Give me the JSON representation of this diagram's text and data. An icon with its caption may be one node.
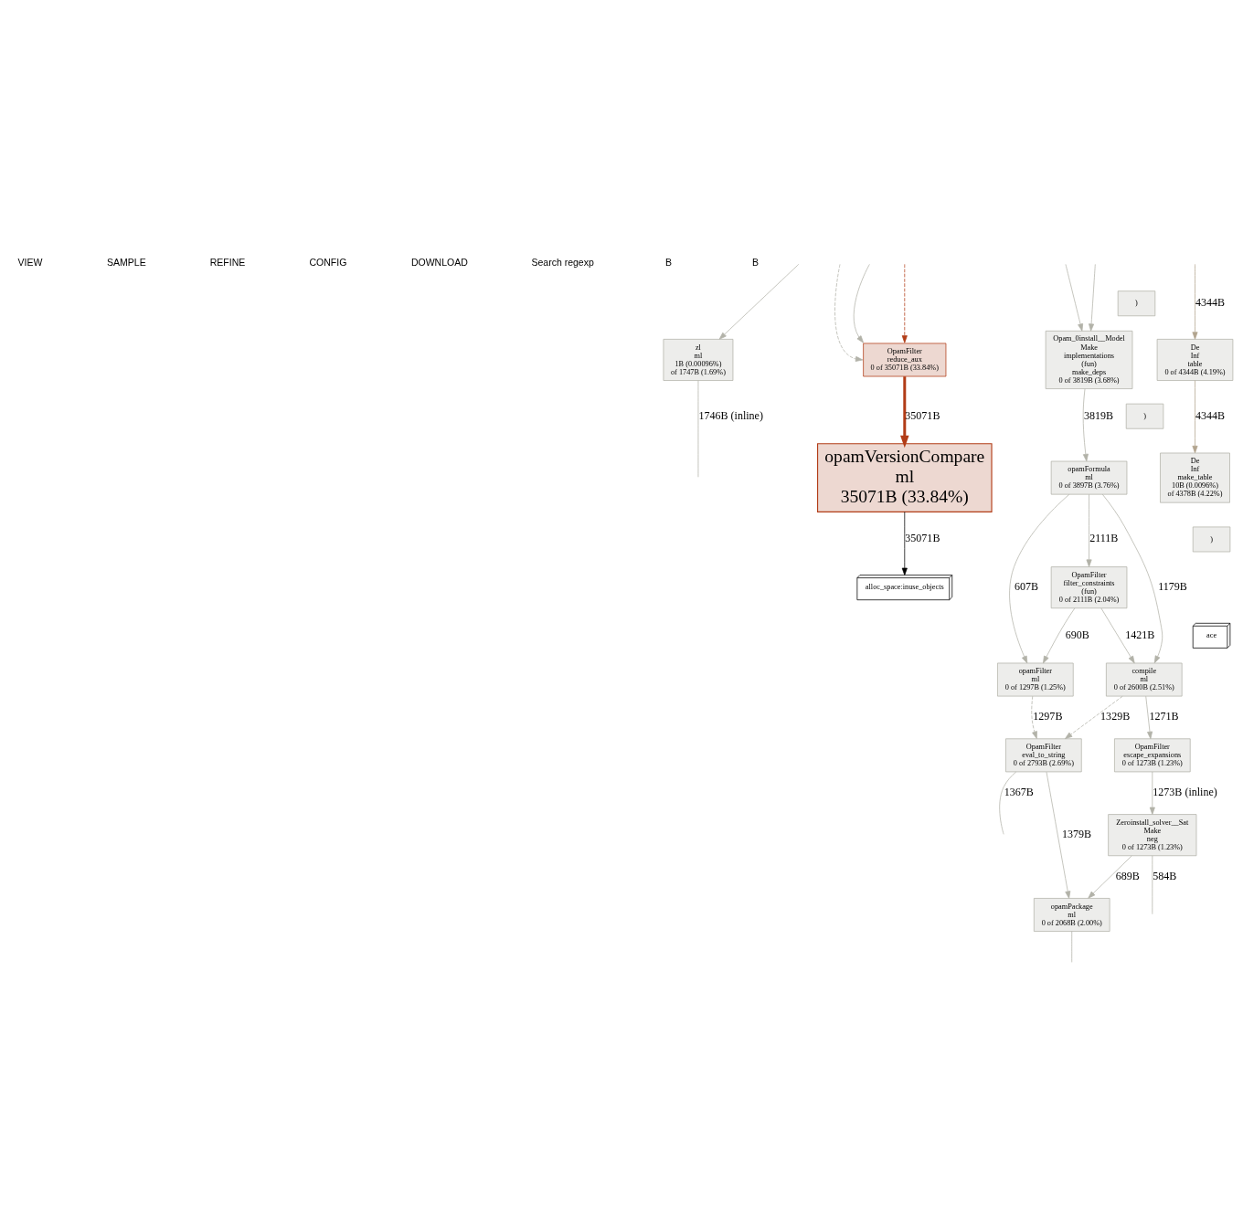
{
  "diagram": {
    "nodes": [
      {
        "text": [
          "zl",
          "ml",
          "1B (0.00096%)",
          "of 1747B (1.69%)"
        ]
      },
      {
        "text": [
          "OpamFilter",
          "reduce_aux",
          "0 of 35071B (33.84%)"
        ]
      },
      {
        "text": [
          "Opam_0install__Model",
          "Make",
          "implementations",
          "(fun)",
          "make_deps",
          "0 of 3819B (3.68%)"
        ]
      },
      {
        "text": [
          "opamVersionCompare",
          "ml",
          "35071B (33.84%)"
        ]
      },
      {
        "text": [
          "alloc_space:inuse_objects"
        ]
      },
      {
        "text": [
          "opamFormula",
          "ml",
          "0 of 3897B (3.76%)"
        ]
      },
      {
        "text": [
          ")"
        ]
      },
      {
        "text": [
          ")"
        ]
      },
      {
        "text": [
          ")"
        ]
      },
      {
        "text": [
          "ace"
        ]
      },
      {
        "text": [
          "OpamFilter",
          "filter_constraints",
          "(fun)",
          "0 of 2111B (2.04%)"
        ]
      },
      {
        "text": [
          "opamFilter",
          "ml",
          "0 of 1297B (1.25%)"
        ]
      },
      {
        "text": [
          "compile",
          "ml",
          "0 of 2600B (2.51%)"
        ]
      },
      {
        "text": [
          "OpamFilter",
          "escape_expansions",
          "0 of 1273B (1.23%)"
        ]
      },
      {
        "text": [
          "OpamFilter",
          "eval_to_string",
          "0 of 2793B (2.69%)"
        ]
      },
      {
        "text": [
          "De",
          "Inf",
          "table",
          "0 of 4344B (4.19%)"
        ]
      },
      {
        "text": [
          "Zeroinstall_solver__Sat",
          "Make",
          "neg",
          "0 of 1273B (1.23%)"
        ]
      },
      {
        "text": [
          "opamPackage",
          "ml",
          "0 of 2068B (2.00%)"
        ]
      },
      {
        "text": [
          "De",
          "Inf",
          "make_table",
          "10B (0.0096%)",
          "of 4378B (4.22%)"
        ]
      }
    ],
    "edges": [
      {
        "from": null,
        "to": 0,
        "arrow": "to"
      },
      {
        "from": 0,
        "to": null,
        "arrow": "none",
        "label": "1746B (inline)"
      },
      {
        "from": null,
        "to": 1,
        "arrow": "to",
        "style": "dashed"
      },
      {
        "from": null,
        "to": 1,
        "arrow": "to"
      },
      {
        "from": null,
        "to": 1,
        "arrow": "to",
        "style": "dashed",
        "color": "#b23c17"
      },
      {
        "from": 1,
        "to": 3,
        "arrow": "to",
        "label": "35071B",
        "style": "thick",
        "color": "#b23c17"
      },
      {
        "from": 3,
        "to": 4,
        "arrow": "to",
        "label": "35071B",
        "color": "#000000"
      },
      {
        "from": null,
        "to": 2,
        "arrow": "to"
      },
      {
        "from": null,
        "to": 2,
        "arrow": "to"
      },
      {
        "from": 2,
        "to": 5,
        "arrow": "to",
        "label": "3819B"
      },
      {
        "from": 5,
        "to": 11,
        "arrow": "to",
        "label": "607B"
      },
      {
        "from": 5,
        "to": 10,
        "arrow": "to",
        "label": "2111B"
      },
      {
        "from": 5,
        "to": 12,
        "arrow": "to",
        "label": "1179B"
      },
      {
        "from": 10,
        "to": 11,
        "arrow": "to",
        "label": "690B"
      },
      {
        "from": 10,
        "to": 12,
        "arrow": "to",
        "label": "1421B"
      },
      {
        "from": 11,
        "to": 14,
        "arrow": "to",
        "label": "1297B",
        "style": "dashed"
      },
      {
        "from": 12,
        "to": 14,
        "arrow": "to",
        "label": "1329B",
        "style": "dashed"
      },
      {
        "from": 12,
        "to": 13,
        "arrow": "to",
        "label": "1271B"
      },
      {
        "from": 13,
        "to": 16,
        "arrow": "to",
        "label": "1273B (inline)"
      },
      {
        "from": 14,
        "to": 17,
        "arrow": "to",
        "label": "1379B"
      },
      {
        "from": 14,
        "to": null,
        "arrow": "none",
        "label": "1367B"
      },
      {
        "from": 16,
        "to": 17,
        "arrow": "to",
        "label": "689B"
      },
      {
        "from": 16,
        "to": null,
        "arrow": "none",
        "label": "584B"
      },
      {
        "from": 17,
        "to": null,
        "arrow": "none"
      },
      {
        "from": null,
        "to": 15,
        "arrow": "to",
        "label": "4344B",
        "color": "#b2a48e"
      },
      {
        "from": 15,
        "to": 18,
        "arrow": "to",
        "label": "4344B",
        "color": "#b2a48e"
      }
    ],
    "labels": [
      "VIEW",
      "SAMPLE",
      "REFINE",
      "CONFIG",
      "DOWNLOAD",
      "Search regexp",
      "B",
      "B"
    ]
  }
}
